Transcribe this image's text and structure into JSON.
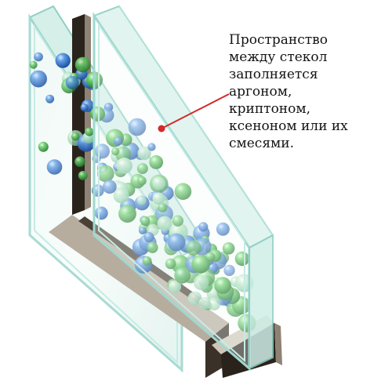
{
  "callout": {
    "lines": [
      "Пространство",
      "между стекол",
      "заполняется",
      "аргоном,",
      "криптоном,",
      "ксеноном или их",
      "смесями."
    ],
    "pointer_color": "#d42a2a"
  },
  "colors": {
    "glass_edge": "#9fd8cf",
    "glass_face": "#e8f6f2",
    "frame_dark": "#2a231c",
    "frame_light": "#b7ad9f",
    "gas_blue": "#2b6fc4",
    "gas_green": "#3ea848"
  },
  "icons": {
    "gas_molecule": "sphere",
    "pointer_dot": "circle"
  }
}
